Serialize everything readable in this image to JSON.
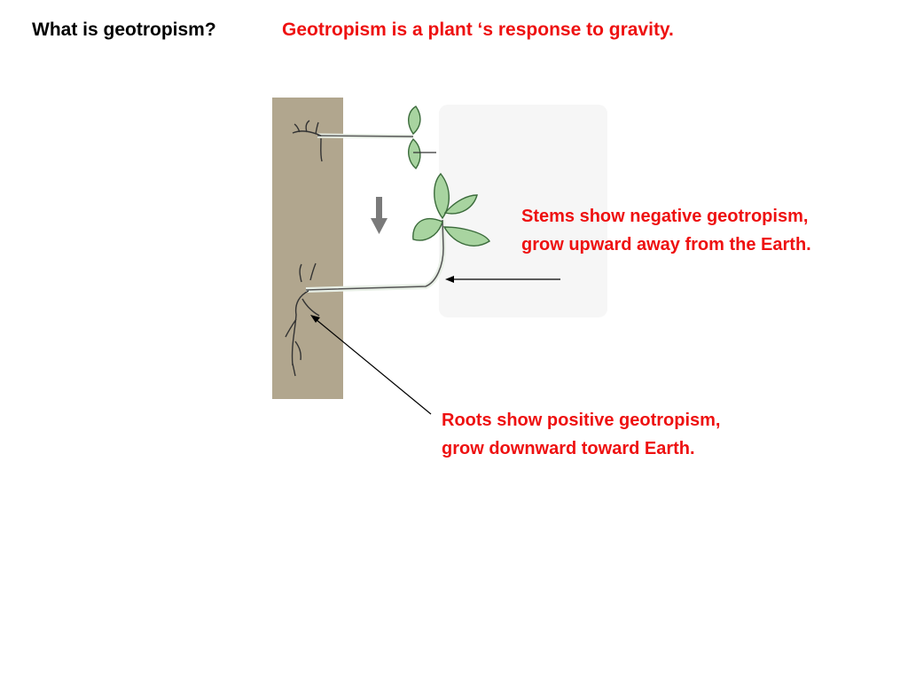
{
  "header": {
    "question": "What is geotropism?",
    "definition": "Geotropism is a plant ‘s response to gravity."
  },
  "stem_note": {
    "line1": "Stems show negative geotropism,",
    "line2": "grow upward away from the Earth."
  },
  "root_note": {
    "line1": "Roots  show positive geotropism,",
    "line2": "grow downward toward Earth."
  },
  "colors": {
    "accent": "#ee1111",
    "soil": "#b1a68e",
    "leaf": "#a8d4a0",
    "leaf_outline": "#3b6b3b"
  }
}
